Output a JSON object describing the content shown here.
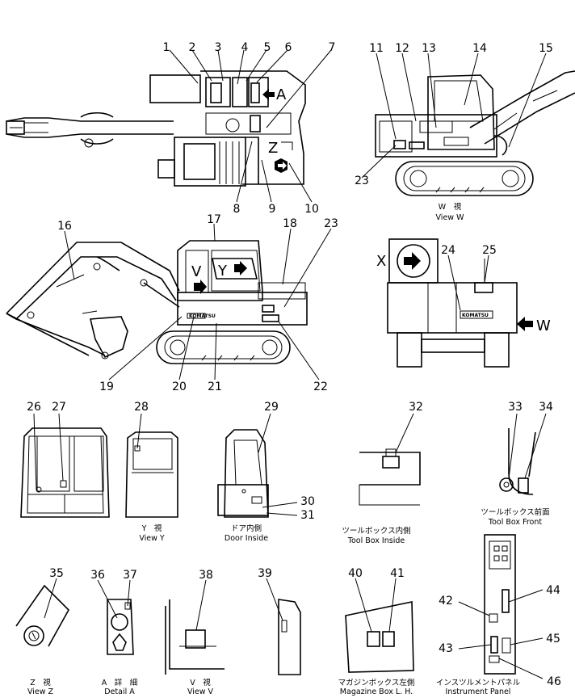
{
  "callouts": [
    "1",
    "2",
    "3",
    "4",
    "5",
    "6",
    "7",
    "8",
    "9",
    "10",
    "11",
    "12",
    "13",
    "14",
    "15",
    "16",
    "17",
    "18",
    "19",
    "20",
    "21",
    "22",
    "23",
    "24",
    "25",
    "26",
    "27",
    "28",
    "29",
    "30",
    "31",
    "32",
    "33",
    "34",
    "35",
    "36",
    "37",
    "38",
    "39",
    "40",
    "41",
    "42",
    "43",
    "44",
    "45",
    "46"
  ],
  "view_letters": {
    "a": "A",
    "z": "Z",
    "v": "V",
    "y": "Y",
    "x": "X",
    "w": "W"
  },
  "captions": {
    "view_w": {
      "jp": "W　視",
      "en": "View W"
    },
    "view_y": {
      "jp": "Y　視",
      "en": "View Y"
    },
    "door_inside": {
      "jp": "ドア内側",
      "en": "Door Inside"
    },
    "tool_box_inside": {
      "jp": "ツールボックス内側",
      "en": "Tool Box Inside"
    },
    "tool_box_front": {
      "jp": "ツールボックス前面",
      "en": "Tool Box Front"
    },
    "view_z": {
      "jp": "Z　視",
      "en": "View Z"
    },
    "detail_a": {
      "jp": "A　詳　細",
      "en": "Detail A"
    },
    "view_v": {
      "jp": "V　視",
      "en": "View V"
    },
    "magazine_box": {
      "jp": "マガジンボックス左側",
      "en": "Magazine Box L. H."
    },
    "instrument_panel": {
      "jp": "インスツルメントパネル",
      "en": "Instrument Panel"
    }
  },
  "brand_logo": "KOMATSU",
  "icons": [
    "arrow-right-icon",
    "arrow-left-icon"
  ]
}
